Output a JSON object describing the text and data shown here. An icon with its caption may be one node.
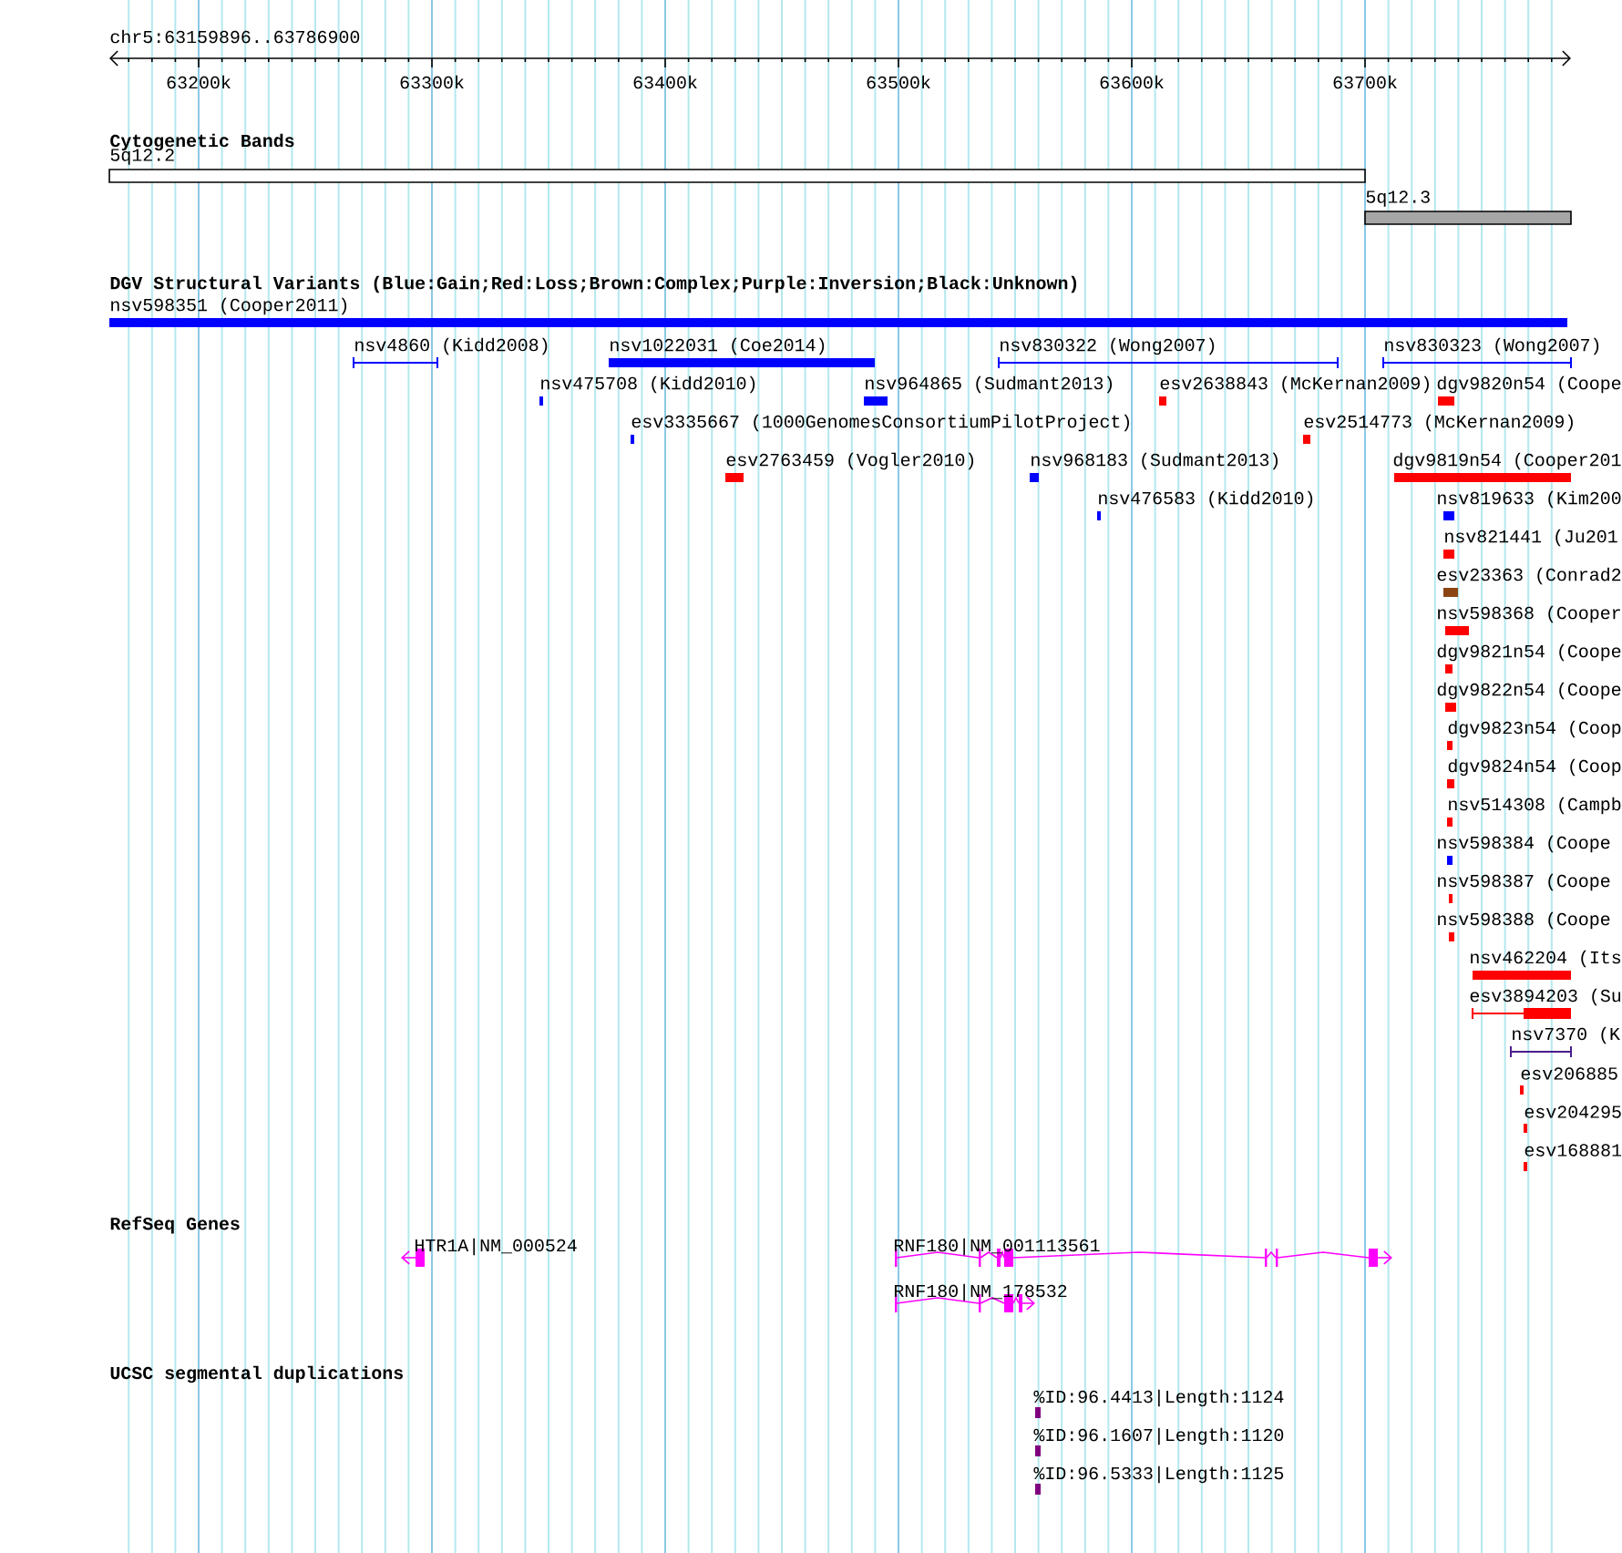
{
  "diagram": {
    "labels": [
      "chr5:63159896..63786900",
      "63200k",
      "63300k",
      "63400k",
      "63500k",
      "63600k",
      "63700k",
      "Cytogenetic Bands",
      "5q12.2",
      "5q12.3",
      "DGV Structural Variants (Blue:Gain;Red:Loss;Brown:Complex;Purple:Inversion;Black:Unknown)",
      "nsv598351 (Cooper2011)",
      "nsv4860 (Kidd2008)",
      "nsv1022031 (Coe2014)",
      "nsv830322 (Wong2007)",
      "nsv830323 (Wong2007)",
      "nsv475708 (Kidd2010)",
      "nsv964865 (Sudmant2013)",
      "esv2638843 (McKernan2009)",
      "dgv9820n54 (Coope",
      "esv3335667 (1000GenomesConsortiumPilotProject)",
      "esv2514773 (McKernan2009)",
      "esv2763459 (Vogler2010)",
      "nsv968183 (Sudmant2013)",
      "dgv9819n54 (Cooper201",
      "nsv476583 (Kidd2010)",
      "nsv819633 (Kim200",
      "nsv821441 (Ju201",
      "esv23363 (Conrad2",
      "nsv598368 (Cooper",
      "dgv9821n54 (Coope",
      "dgv9822n54 (Coope",
      "dgv9823n54 (Coop",
      "dgv9824n54 (Coop",
      "nsv514308 (Campb",
      "nsv598384 (Coope",
      "nsv598387 (Coope",
      "nsv598388 (Coope",
      "nsv462204 (Its",
      "esv3894203 (Su",
      "nsv7370 (K",
      "esv206885",
      "esv204295",
      "esv168881",
      "RefSeq Genes",
      "HTR1A|NM_000524",
      "RNF180|NM_001113561",
      "RNF180|NM_178532",
      "UCSC segmental duplications",
      "%ID:96.4413|Length:1124",
      "%ID:96.1607|Length:1120",
      "%ID:96.5333|Length:1125"
    ]
  }
}
